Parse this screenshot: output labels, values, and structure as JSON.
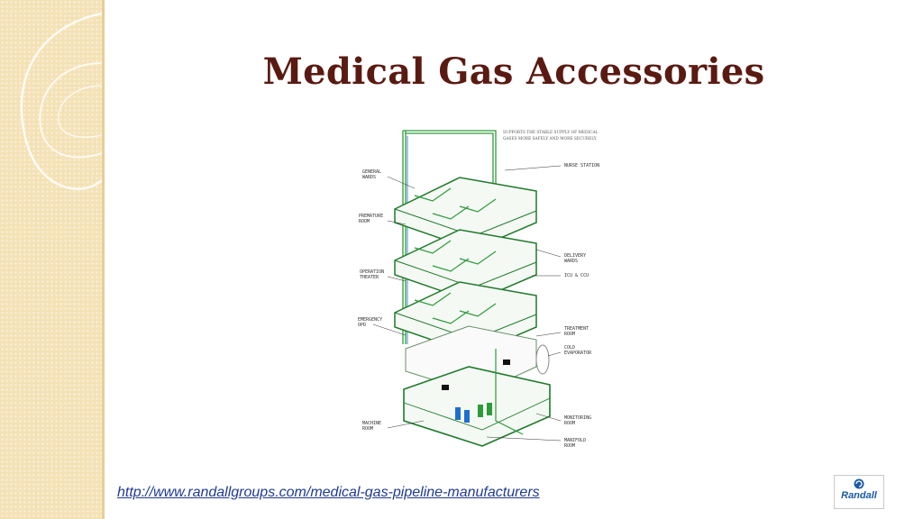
{
  "slide": {
    "title": "Medical Gas Accessories",
    "source_link": "http://www.randallgroups.com/medical-gas-pipeline-manufacturers"
  },
  "diagram": {
    "caption_lines": [
      "SUPPORTS THE STABLE SUPPLY OF MEDICAL",
      "GASES MORE SAFELY AND MORE SECURELY."
    ],
    "labels": {
      "general_wards": [
        "GENERAL",
        "WARDS"
      ],
      "premature_room": [
        "PREMATURE",
        "ROOM"
      ],
      "operation_theater": [
        "OPERATION",
        "THEATER"
      ],
      "emergency_opd": [
        "EMERGENCY",
        "OPD"
      ],
      "machine_room": [
        "MACHINE",
        "ROOM"
      ],
      "nurse_station": [
        "NURSE STATION"
      ],
      "delivery_wards": [
        "DELIVERY",
        "WARDS"
      ],
      "icu_ccu": [
        "ICU & CCU"
      ],
      "treatment_room": [
        "TREATMENT",
        "ROOM"
      ],
      "cold_evaporator": [
        "COLD",
        "EVAPORATOR"
      ],
      "monitoring_room": [
        "MONITORING",
        "ROOM"
      ],
      "manifold_room": [
        "MANIFOLD",
        "ROOM"
      ]
    }
  },
  "logo": {
    "text": "Randall"
  },
  "colors": {
    "title": "#5a1a12",
    "link": "#1f3a93",
    "pipe_green": "#2e9a3a",
    "side_panel": "#f4e2b6"
  }
}
